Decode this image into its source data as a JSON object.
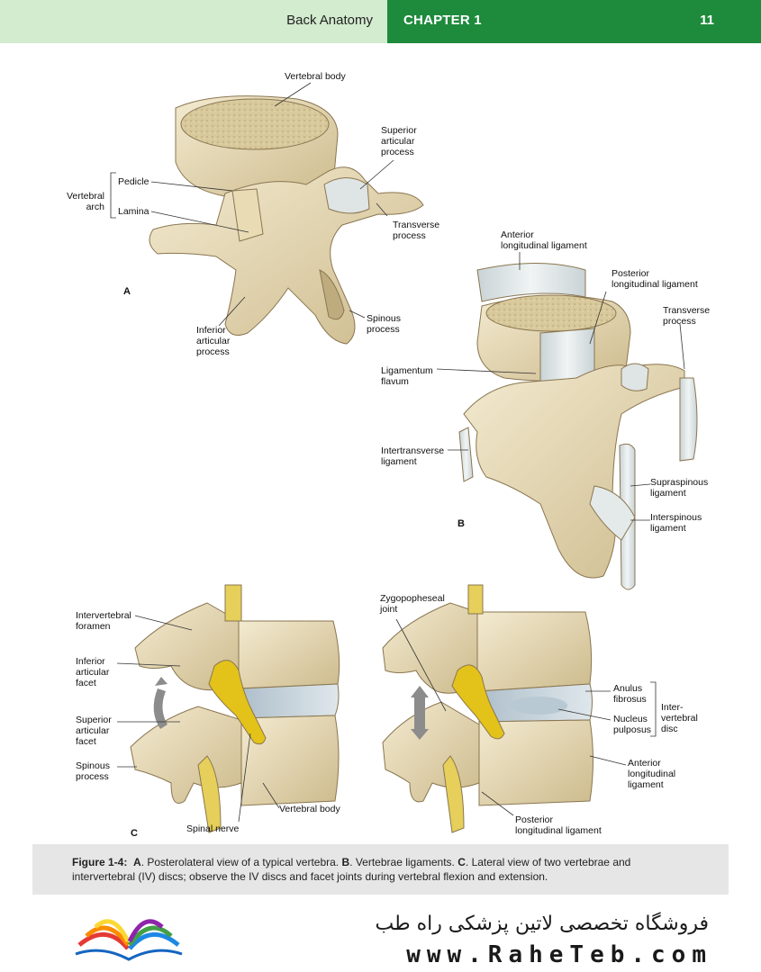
{
  "header": {
    "book_title": "Back Anatomy",
    "chapter": "CHAPTER 1",
    "page_number": "11"
  },
  "figure": {
    "panel_a": {
      "letter": "A",
      "labels": {
        "vertebral_body": "Vertebral body",
        "superior_articular_process": "Superior\narticular\nprocess",
        "vertebral_arch": "Vertebral\narch",
        "pedicle": "Pedicle",
        "lamina": "Lamina",
        "transverse_process": "Transverse\nprocess",
        "inferior_articular_process": "Inferior\narticular\nprocess",
        "spinous_process": "Spinous\nprocess"
      }
    },
    "panel_b": {
      "letter": "B",
      "labels": {
        "anterior_longitudinal_ligament": "Anterior\nlongitudinal ligament",
        "posterior_longitudinal_ligament": "Posterior\nlongitudinal ligament",
        "transverse_process": "Transverse\nprocess",
        "ligamentum_flavum": "Ligamentum\nflavum",
        "intertransverse_ligament": "Intertransverse\nligament",
        "supraspinous_ligament": "Supraspinous\nligament",
        "interspinous_ligament": "Interspinous\nligament"
      }
    },
    "panel_c": {
      "letter": "C",
      "labels": {
        "intervertebral_foramen": "Intervertebral\nforamen",
        "inferior_articular_facet": "Inferior\narticular\nfacet",
        "superior_articular_facet": "Superior\narticular\nfacet",
        "spinous_process": "Spinous\nprocess",
        "spinal_nerve": "Spinal nerve",
        "vertebral_body": "Vertebral body",
        "zygopopheseal_joint": "Zygopopheseal\njoint",
        "anulus_fibrosus": "Anulus\nfibrosus",
        "nucleus_pulposus": "Nucleus\npulposus",
        "intervertebral_disc": "Inter-\nvertebral\ndisc",
        "anterior_longitudinal_ligament": "Anterior\nlongitudinal\nligament",
        "posterior_longitudinal_ligament": "Posterior\nlongitudinal ligament"
      }
    }
  },
  "caption": {
    "figure_label": "Figure 1-4:",
    "a_letter": "A",
    "a_text": ". Posterolateral view of a typical vertebra. ",
    "b_letter": "B",
    "b_text": ". Vertebrae ligaments. ",
    "c_letter": "C",
    "c_text": ". Lateral view of two vertebrae and intervertebral (IV) discs; observe the IV discs and facet joints during vertebral flexion and extension."
  },
  "watermark": {
    "persian_text": "فروشگاه تخصصی لاتین پزشکی  راه طب",
    "website": "www.RaheTeb.com"
  },
  "colors": {
    "header_light": "#d3ebcf",
    "header_dark": "#1e8a3c",
    "bone": "#ece0c0",
    "bone_shadow": "#c9b88c",
    "disc": "#c4d3dc",
    "nerve": "#e3c21a",
    "ligament": "#dfe6e8"
  }
}
